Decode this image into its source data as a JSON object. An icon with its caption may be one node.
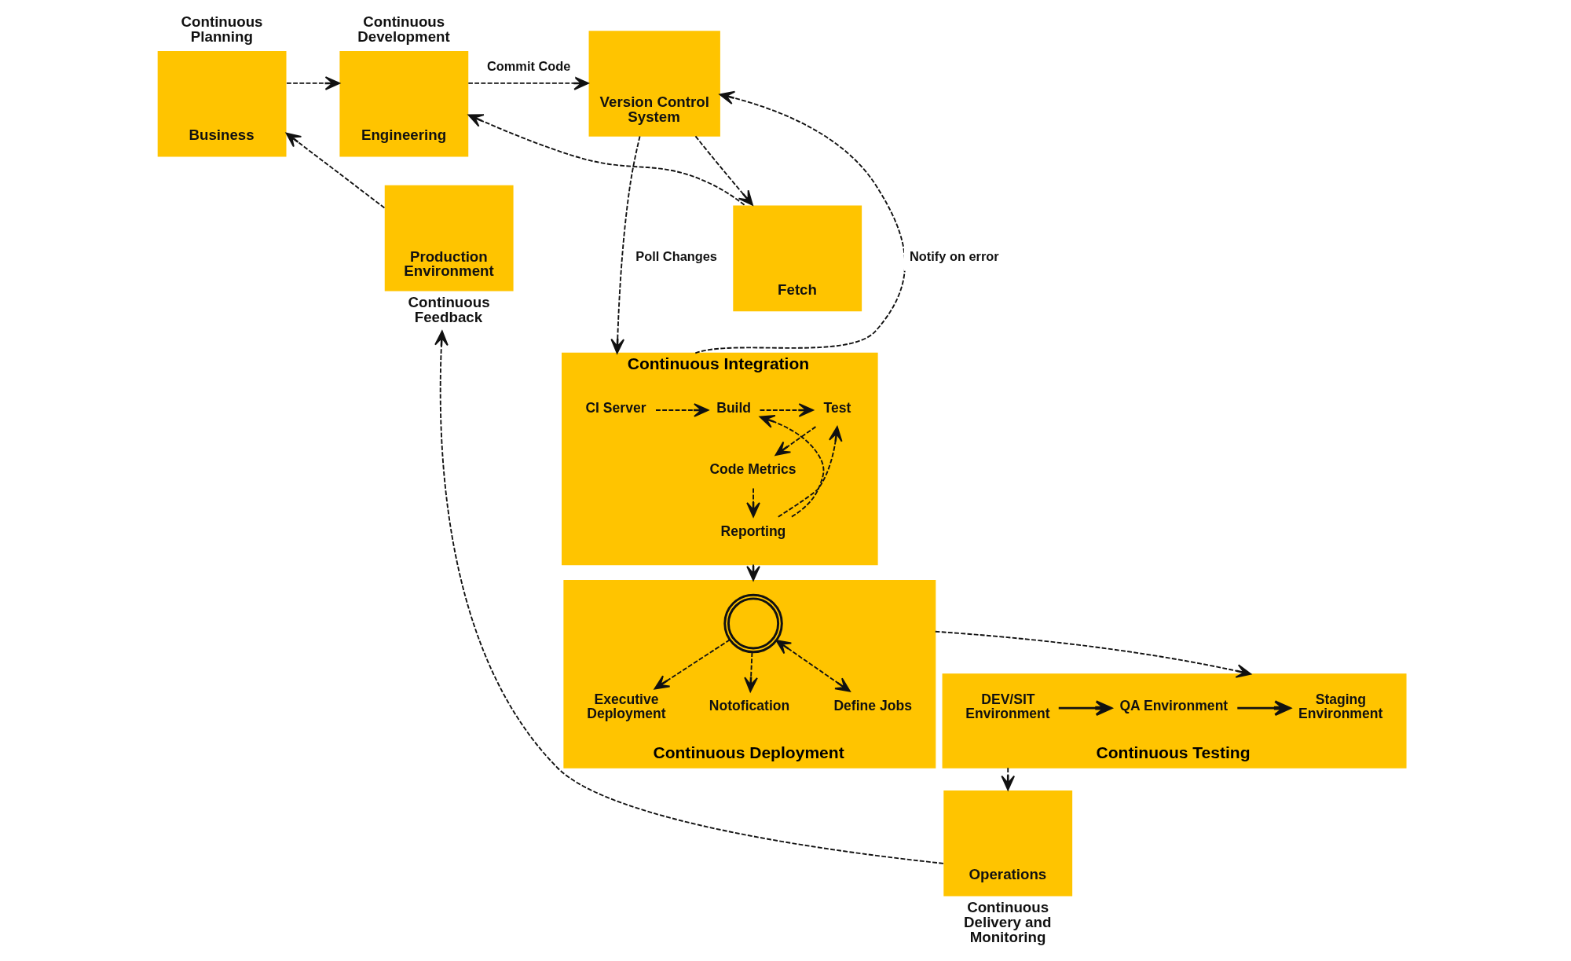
{
  "diagram": {
    "nodes": [
      {
        "text": [
          "Continuous Planning",
          "Business"
        ]
      },
      {
        "text": [
          "Continuous Development",
          "Engineering"
        ]
      },
      {
        "text": [
          "Version Control System"
        ]
      },
      {
        "text": [
          "Continuous Integration"
        ]
      },
      {
        "text": [
          "CI Server"
        ],
        "in": 3
      },
      {
        "text": [
          "Build"
        ],
        "in": 3
      },
      {
        "text": [
          "Test"
        ],
        "in": 3
      },
      {
        "text": [
          "Reporting"
        ],
        "in": 3
      },
      {
        "text": [
          "Code Metrics"
        ],
        "in": 3
      },
      {
        "text": [
          "Production Environment",
          "Continuous Feedback"
        ]
      },
      {
        "text": [
          "Fetch"
        ]
      },
      {
        "text": [
          "Operations",
          "Continuous Delivery and Monitoring"
        ]
      },
      {
        "text": [
          "Continuous Testing"
        ]
      },
      {
        "text": [
          "DEV/SIT Environment"
        ],
        "in": 12
      },
      {
        "text": [
          "QA Environment"
        ],
        "in": 12
      },
      {
        "text": [
          "Staging Environment"
        ],
        "in": 12
      },
      {
        "text": [
          "Continuous Deployment"
        ]
      },
      {
        "text": [],
        "shape": "picture",
        "in": 16
      },
      {
        "text": [
          "Executive Deployment"
        ],
        "in": 16
      },
      {
        "text": [
          "Notofication"
        ],
        "in": 16
      },
      {
        "text": [
          "Define Jobs"
        ],
        "in": 16
      }
    ],
    "edges": [
      {
        "from": 9,
        "to": 0,
        "arrow": "to",
        "style": "dashed"
      },
      {
        "from": 0,
        "to": 1,
        "arrow": "to",
        "style": "dashed"
      },
      {
        "from": 1,
        "to": 2,
        "arrow": "to",
        "label": "Commit Code",
        "style": "dashed"
      },
      {
        "from": 2,
        "to": 3,
        "arrow": "to",
        "label": "Poll Changes",
        "style": "dashed"
      },
      {
        "from": 3,
        "to": 2,
        "arrow": "to",
        "label": "Notify on error",
        "style": "dashed"
      },
      {
        "from": 2,
        "to": 10,
        "arrow": "to",
        "style": "dashed"
      },
      {
        "from": 10,
        "to": 1,
        "arrow": "to",
        "style": "dashed"
      },
      {
        "from": 4,
        "to": 5,
        "arrow": "to",
        "style": "dashed"
      },
      {
        "from": 5,
        "to": 6,
        "arrow": "to",
        "style": "dashed"
      },
      {
        "from": 6,
        "to": 8,
        "arrow": "to",
        "style": "dashed"
      },
      {
        "from": 8,
        "to": 7,
        "arrow": "to",
        "style": "dashed"
      },
      {
        "from": 7,
        "to": 5,
        "arrow": "to",
        "style": "dashed"
      },
      {
        "from": 7,
        "to": 6,
        "arrow": "to",
        "style": "dashed"
      },
      {
        "from": 3,
        "to": 16,
        "arrow": "to",
        "style": "dashed"
      },
      {
        "from": 17,
        "to": 18,
        "arrow": "to",
        "style": "dashed"
      },
      {
        "from": 17,
        "to": 19,
        "arrow": "to",
        "style": "dashed"
      },
      {
        "from": 17,
        "to": 20,
        "arrow": "both",
        "style": "dashed"
      },
      {
        "from": 16,
        "to": 12,
        "arrow": "to",
        "style": "dashed"
      },
      {
        "from": 13,
        "to": 14,
        "arrow": "to"
      },
      {
        "from": 14,
        "to": 15,
        "arrow": "to"
      },
      {
        "from": 12,
        "to": 11,
        "arrow": "to",
        "style": "dashed"
      },
      {
        "from": 11,
        "to": 9,
        "arrow": "to",
        "style": "dashed"
      }
    ]
  }
}
